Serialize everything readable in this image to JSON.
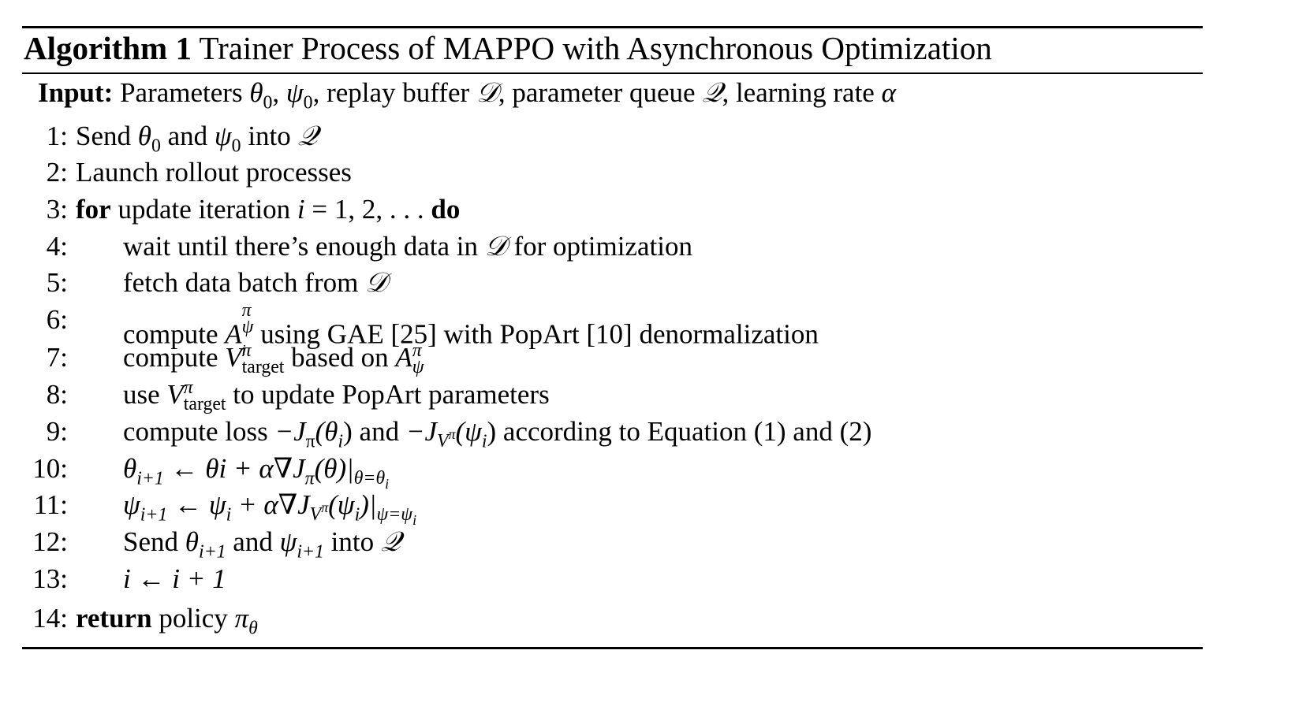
{
  "algorithm": {
    "tag": "Algorithm 1",
    "title": "Trainer Process of MAPPO with Asynchronous Optimization",
    "input": {
      "label": "Input:",
      "text_prefix": "Parameters",
      "theta0": "θ",
      "psi0": "ψ",
      "zero": "0",
      "sep1": ", ",
      "sep2": ", replay buffer ",
      "buffer_sym": "𝒟",
      "sep3": ", parameter queue ",
      "queue_sym": "𝒬",
      "sep4": ", learning rate ",
      "lr_sym": "α"
    },
    "steps": [
      {
        "num": "1:",
        "text": "Send θ₀ and ψ₀ into 𝒬"
      },
      {
        "num": "2:",
        "text": "Launch rollout processes"
      },
      {
        "num": "3:",
        "text": "for update iteration i = 1, 2, . . . do"
      },
      {
        "num": "4:",
        "text": "wait until there's enough data in 𝒟 for optimization"
      },
      {
        "num": "5:",
        "text": "fetch data batch from 𝒟"
      },
      {
        "num": "6:",
        "text": "compute A^π_{ψ_i} using GAE [25] with PopArt [10] denormalization"
      },
      {
        "num": "7:",
        "text": "compute V^π_target based on A^π_ψ"
      },
      {
        "num": "8:",
        "text": "use V^π_target to update PopArt parameters"
      },
      {
        "num": "9:",
        "text": "compute loss −J_π(θ_i) and −J_{V^π}(ψ_i) according to Equation (1) and (2)"
      },
      {
        "num": "10:",
        "text": "θ_{i+1} ← θi + α∇J_π(θ)|_{θ=θ_i}"
      },
      {
        "num": "11:",
        "text": "ψ_{i+1} ← ψ_i + α∇J_{V^π}(ψ_i)|_{ψ=ψ_i}"
      },
      {
        "num": "12:",
        "text": "Send θ_{i+1} and ψ_{i+1} into 𝒬"
      },
      {
        "num": "13:",
        "text": "i ← i + 1"
      },
      {
        "num": "14:",
        "text": "return policy π_θ"
      }
    ],
    "fragments": {
      "send": "Send",
      "and": "and",
      "into": "into",
      "launch": "Launch rollout processes",
      "for_kw": "for",
      "update_iter": "update iteration",
      "i": "i",
      "eq_range": " = 1, 2, . . . ",
      "do_kw": "do",
      "wait": "wait until there’s enough data in",
      "for_opt": "for optimization",
      "fetch": "fetch data batch from",
      "compute": "compute",
      "A": "A",
      "pi": "π",
      "psi": "ψ",
      "theta": "θ",
      "using_gae": "using GAE [25] with PopArt [10] denormalization",
      "V": "V",
      "target": "target",
      "based_on": "based on",
      "use": "use",
      "to_update": "to update PopArt parameters",
      "compute_loss": "compute loss",
      "minusJ": "−J",
      "open_theta_i": "(θ",
      "close": ")",
      "open_psi_i": "(ψ",
      "according": "according to Equation (1) and (2)",
      "iplus1": "i+1",
      "larrow": " ← ",
      "theta_i_expr": "θi + α∇J",
      "theta_paren": "(θ)|",
      "theta_eval": "θ=θ",
      "psi_plus": " + α∇J",
      "Vpi_sub": "V",
      "psi_eval": "ψ=ψ",
      "iinc": "i ← i + 1",
      "return_kw": "return",
      "policy": "policy",
      "Q": "𝒬",
      "D": "𝒟",
      "zero": "0"
    }
  }
}
